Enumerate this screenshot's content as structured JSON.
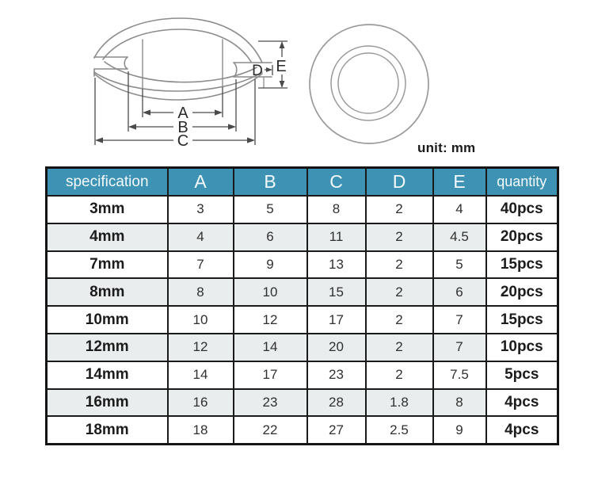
{
  "unit_note": "unit: mm",
  "diagram": {
    "dim_a": "A",
    "dim_b": "B",
    "dim_c": "C",
    "dim_d": "D",
    "dim_e": "E"
  },
  "table": {
    "header": [
      "specification",
      "A",
      "B",
      "C",
      "D",
      "E",
      "quantity"
    ],
    "rows": [
      {
        "cells": [
          "3mm",
          "3",
          "5",
          "8",
          "2",
          "4",
          "40pcs"
        ]
      },
      {
        "cells": [
          "4mm",
          "4",
          "6",
          "11",
          "2",
          "4.5",
          "20pcs"
        ]
      },
      {
        "cells": [
          "7mm",
          "7",
          "9",
          "13",
          "2",
          "5",
          "15pcs"
        ]
      },
      {
        "cells": [
          "8mm",
          "8",
          "10",
          "15",
          "2",
          "6",
          "20pcs"
        ]
      },
      {
        "cells": [
          "10mm",
          "10",
          "12",
          "17",
          "2",
          "7",
          "15pcs"
        ]
      },
      {
        "cells": [
          "12mm",
          "12",
          "14",
          "20",
          "2",
          "7",
          "10pcs"
        ]
      },
      {
        "cells": [
          "14mm",
          "14",
          "17",
          "23",
          "2",
          "7.5",
          "5pcs"
        ]
      },
      {
        "cells": [
          "16mm",
          "16",
          "23",
          "28",
          "1.8",
          "8",
          "4pcs"
        ]
      },
      {
        "cells": [
          "18mm",
          "18",
          "22",
          "27",
          "2.5",
          "9",
          "4pcs"
        ]
      }
    ]
  },
  "colors": {
    "header_bg": "#3e93b5",
    "header_text": "#f4fafc",
    "row_stripe": "#e9eded",
    "table_border": "#1a1a1a",
    "drawing_line": "#8c8c8c",
    "dimension_line": "#4a4a4a"
  }
}
